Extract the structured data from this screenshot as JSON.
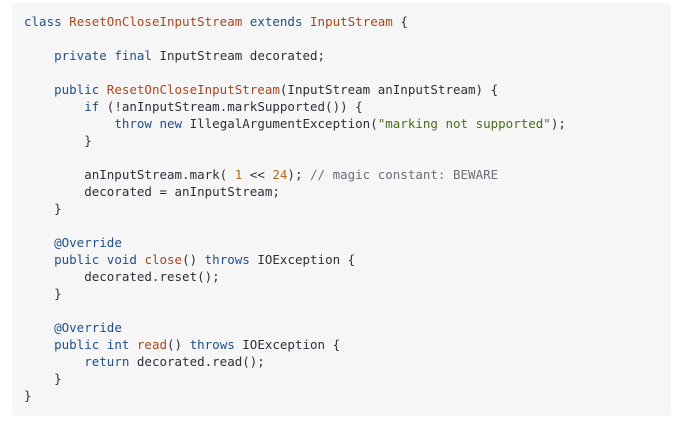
{
  "colors": {
    "background": "#ffffff",
    "code_background": "#f6f6f6",
    "keyword": "#1f4f8a",
    "type_name": "#a8481f",
    "string": "#4b6b1d",
    "number": "#b36b1e",
    "comment": "#6e6e78",
    "text": "#2f2f3a"
  },
  "code": {
    "language": "java",
    "lines": [
      [
        {
          "t": "kw",
          "v": "class"
        },
        {
          "t": "plain",
          "v": " "
        },
        {
          "t": "type",
          "v": "ResetOnCloseInputStream"
        },
        {
          "t": "plain",
          "v": " "
        },
        {
          "t": "kw",
          "v": "extends"
        },
        {
          "t": "plain",
          "v": " "
        },
        {
          "t": "type",
          "v": "InputStream"
        },
        {
          "t": "plain",
          "v": " {"
        }
      ],
      [],
      [
        {
          "t": "plain",
          "v": "    "
        },
        {
          "t": "kw",
          "v": "private"
        },
        {
          "t": "plain",
          "v": " "
        },
        {
          "t": "kw",
          "v": "final"
        },
        {
          "t": "plain",
          "v": " InputStream decorated;"
        }
      ],
      [],
      [
        {
          "t": "plain",
          "v": "    "
        },
        {
          "t": "kw",
          "v": "public"
        },
        {
          "t": "plain",
          "v": " "
        },
        {
          "t": "fn",
          "v": "ResetOnCloseInputStream"
        },
        {
          "t": "plain",
          "v": "(InputStream anInputStream) {"
        }
      ],
      [
        {
          "t": "plain",
          "v": "        "
        },
        {
          "t": "kw",
          "v": "if"
        },
        {
          "t": "plain",
          "v": " (!anInputStream.markSupported()) {"
        }
      ],
      [
        {
          "t": "plain",
          "v": "            "
        },
        {
          "t": "kw",
          "v": "throw"
        },
        {
          "t": "plain",
          "v": " "
        },
        {
          "t": "kw",
          "v": "new"
        },
        {
          "t": "plain",
          "v": " IllegalArgumentException("
        },
        {
          "t": "str",
          "v": "\"marking not supported\""
        },
        {
          "t": "plain",
          "v": ");"
        }
      ],
      [
        {
          "t": "plain",
          "v": "        }"
        }
      ],
      [],
      [
        {
          "t": "plain",
          "v": "        anInputStream.mark( "
        },
        {
          "t": "num",
          "v": "1"
        },
        {
          "t": "plain",
          "v": " << "
        },
        {
          "t": "num",
          "v": "24"
        },
        {
          "t": "plain",
          "v": "); "
        },
        {
          "t": "comment",
          "v": "// magic constant: BEWARE"
        }
      ],
      [
        {
          "t": "plain",
          "v": "        decorated = anInputStream;"
        }
      ],
      [
        {
          "t": "plain",
          "v": "    }"
        }
      ],
      [],
      [
        {
          "t": "plain",
          "v": "    "
        },
        {
          "t": "annot",
          "v": "@Override"
        }
      ],
      [
        {
          "t": "plain",
          "v": "    "
        },
        {
          "t": "kw",
          "v": "public"
        },
        {
          "t": "plain",
          "v": " "
        },
        {
          "t": "kw",
          "v": "void"
        },
        {
          "t": "plain",
          "v": " "
        },
        {
          "t": "fn",
          "v": "close"
        },
        {
          "t": "plain",
          "v": "() "
        },
        {
          "t": "kw",
          "v": "throws"
        },
        {
          "t": "plain",
          "v": " IOException {"
        }
      ],
      [
        {
          "t": "plain",
          "v": "        decorated.reset();"
        }
      ],
      [
        {
          "t": "plain",
          "v": "    }"
        }
      ],
      [],
      [
        {
          "t": "plain",
          "v": "    "
        },
        {
          "t": "annot",
          "v": "@Override"
        }
      ],
      [
        {
          "t": "plain",
          "v": "    "
        },
        {
          "t": "kw",
          "v": "public"
        },
        {
          "t": "plain",
          "v": " "
        },
        {
          "t": "kw",
          "v": "int"
        },
        {
          "t": "plain",
          "v": " "
        },
        {
          "t": "fn",
          "v": "read"
        },
        {
          "t": "plain",
          "v": "() "
        },
        {
          "t": "kw",
          "v": "throws"
        },
        {
          "t": "plain",
          "v": " IOException {"
        }
      ],
      [
        {
          "t": "plain",
          "v": "        "
        },
        {
          "t": "kw",
          "v": "return"
        },
        {
          "t": "plain",
          "v": " decorated.read();"
        }
      ],
      [
        {
          "t": "plain",
          "v": "    }"
        }
      ],
      [
        {
          "t": "plain",
          "v": "}"
        }
      ]
    ]
  }
}
